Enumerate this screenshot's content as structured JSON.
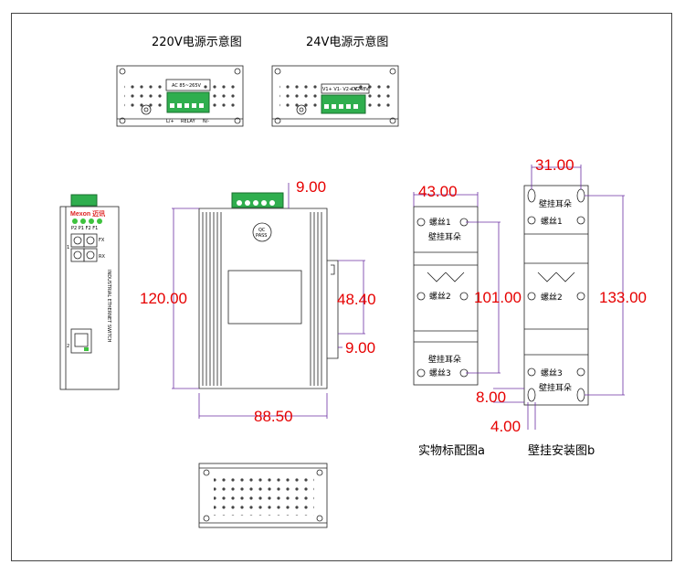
{
  "titles": {
    "v220": "220V电源示意图",
    "v24": "24V电源示意图",
    "fig_a": "实物标配图a",
    "fig_b": "壁挂安装图b"
  },
  "panel220": {
    "terminal_label": "AC 85~265V",
    "bottom_left": "L/+",
    "bottom_mid": "RELAY",
    "bottom_right": "N/-"
  },
  "panel24": {
    "terminal_label_left": "V1+ V1- V2+ V2-",
    "terminal_label_right": "DC 48V"
  },
  "front": {
    "brand": "Mexon 迈讯",
    "leds": "P2 P1 F2 F1",
    "fx_label": "FX",
    "rx_label": "RX",
    "port1": "1",
    "port2": "2",
    "vertical_text": "INDUSTRIAL ETHERNET SWITCH"
  },
  "side": {
    "qc_label": "QC",
    "pass_label": "PASS"
  },
  "dims": {
    "d900_top": "9.00",
    "d12000": "120.00",
    "d4840": "48.40",
    "d900_bot": "9.00",
    "d8850": "88.50",
    "d4300": "43.00",
    "d10100": "101.00",
    "d3100": "31.00",
    "d13300": "133.00",
    "d800": "8.00",
    "d400": "4.00"
  },
  "bracket_a": {
    "screw1": "螺丝1",
    "screw2": "螺丝2",
    "screw3": "螺丝3",
    "ear_top": "壁挂耳朵",
    "ear_bottom": "壁挂耳朵"
  },
  "bracket_b": {
    "screw1": "螺丝1",
    "screw2": "螺丝2",
    "screw3": "螺丝3",
    "ear_top": "壁挂耳朵",
    "ear_bottom": "壁挂耳朵"
  },
  "colors": {
    "dimension": "#e60000",
    "terminal": "#2fae4e",
    "led": "#3ec23e",
    "dimline": "#6b2fa3"
  }
}
